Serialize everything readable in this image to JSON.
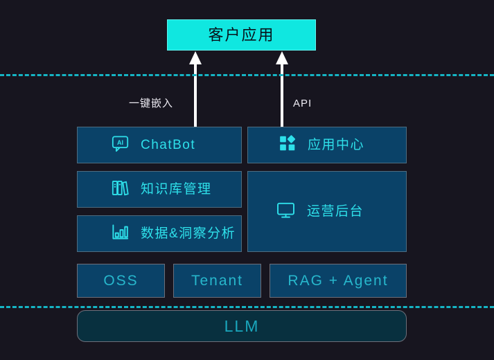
{
  "diagram": {
    "title_banner": {
      "label": "客户应用",
      "bg_color": "#10e7e0",
      "text_color": "#08121a"
    },
    "connectors": [
      {
        "name": "embed",
        "label": "一键嵌入",
        "arrow": "up-arrow-icon"
      },
      {
        "name": "api",
        "label": "API",
        "arrow": "up-arrow-icon"
      }
    ],
    "separators": {
      "color": "#15b4c4",
      "style": "dashed",
      "count": 2
    },
    "platform_left": [
      {
        "label": "ChatBot",
        "icon": "ai-chat-bubble-icon"
      },
      {
        "label": "知识库管理",
        "icon": "books-icon"
      },
      {
        "label": "数据&洞察分析",
        "icon": "bar-chart-icon"
      }
    ],
    "platform_right": [
      {
        "label": "应用中心",
        "icon": "app-grid-icon"
      },
      {
        "label": "运营后台",
        "icon": "monitor-icon"
      }
    ],
    "infrastructure": [
      {
        "label": "OSS"
      },
      {
        "label": "Tenant"
      },
      {
        "label": "RAG + Agent"
      }
    ],
    "foundation": {
      "label": "LLM",
      "text_color": "#1aa7bd",
      "bg_color": "#08303f"
    },
    "colors": {
      "background": "#17151f",
      "card_fill": "#0a4268",
      "card_border": "#4e6d80",
      "infra_border": "#6d6f7a",
      "accent_text": "#2ee0ea",
      "arrow": "#ffffff"
    }
  }
}
